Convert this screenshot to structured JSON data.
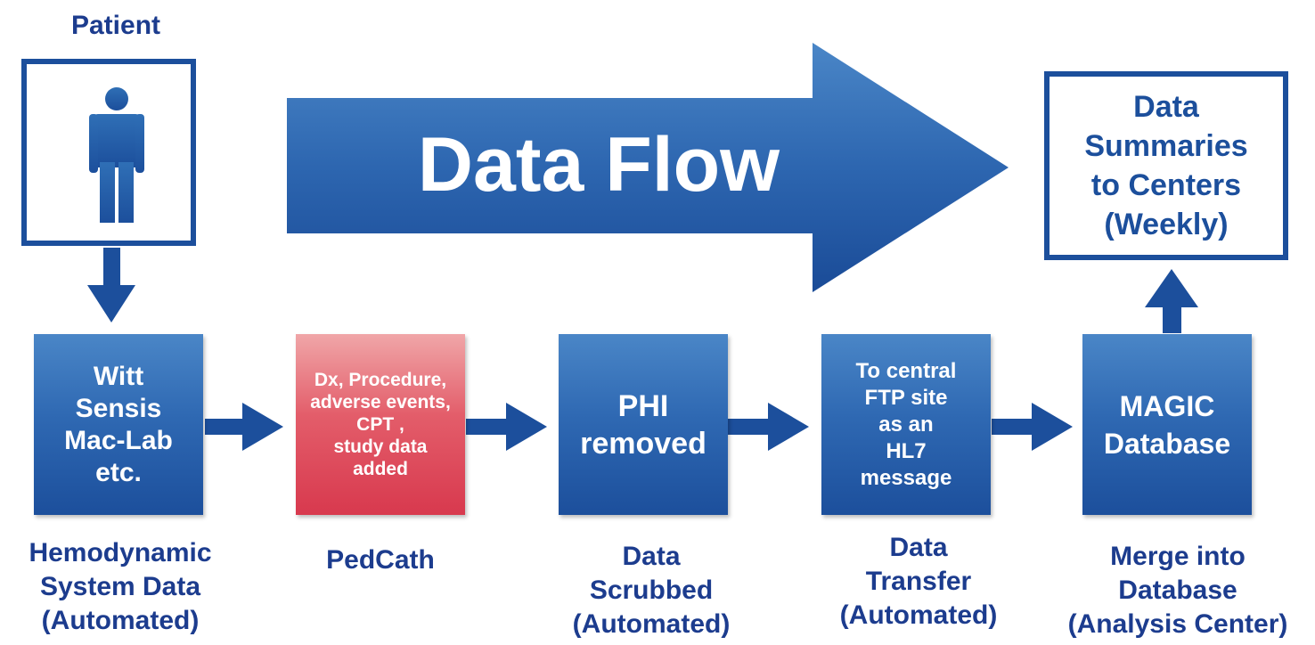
{
  "header": {
    "patient_label": "Patient",
    "flow_label": "Data Flow"
  },
  "summary_box": {
    "text": "Data\nSummaries\nto Centers\n(Weekly)"
  },
  "steps": [
    {
      "box_text": "Witt\nSensis\nMac-Lab\netc.",
      "caption": "Hemodynamic\nSystem Data\n(Automated)"
    },
    {
      "box_text": "Dx, Procedure,\nadverse events,\nCPT ,\nstudy data\nadded",
      "caption": "PedCath"
    },
    {
      "box_text": "PHI\nremoved",
      "caption": "Data\nScrubbed\n(Automated)"
    },
    {
      "box_text": "To central\nFTP site\nas an\nHL7\nmessage",
      "caption": "Data\nTransfer\n(Automated)"
    },
    {
      "box_text": "MAGIC\nDatabase",
      "caption": "Merge into\nDatabase\n(Analysis Center)"
    }
  ],
  "colors": {
    "primary_blue": "#1c4f9c",
    "label_blue": "#1c3c8e",
    "pedcath_red": "#d8394e"
  },
  "icons": [
    "person-icon",
    "arrow-down-icon",
    "arrow-right-icon",
    "arrow-up-icon",
    "big-arrow-right-icon"
  ]
}
